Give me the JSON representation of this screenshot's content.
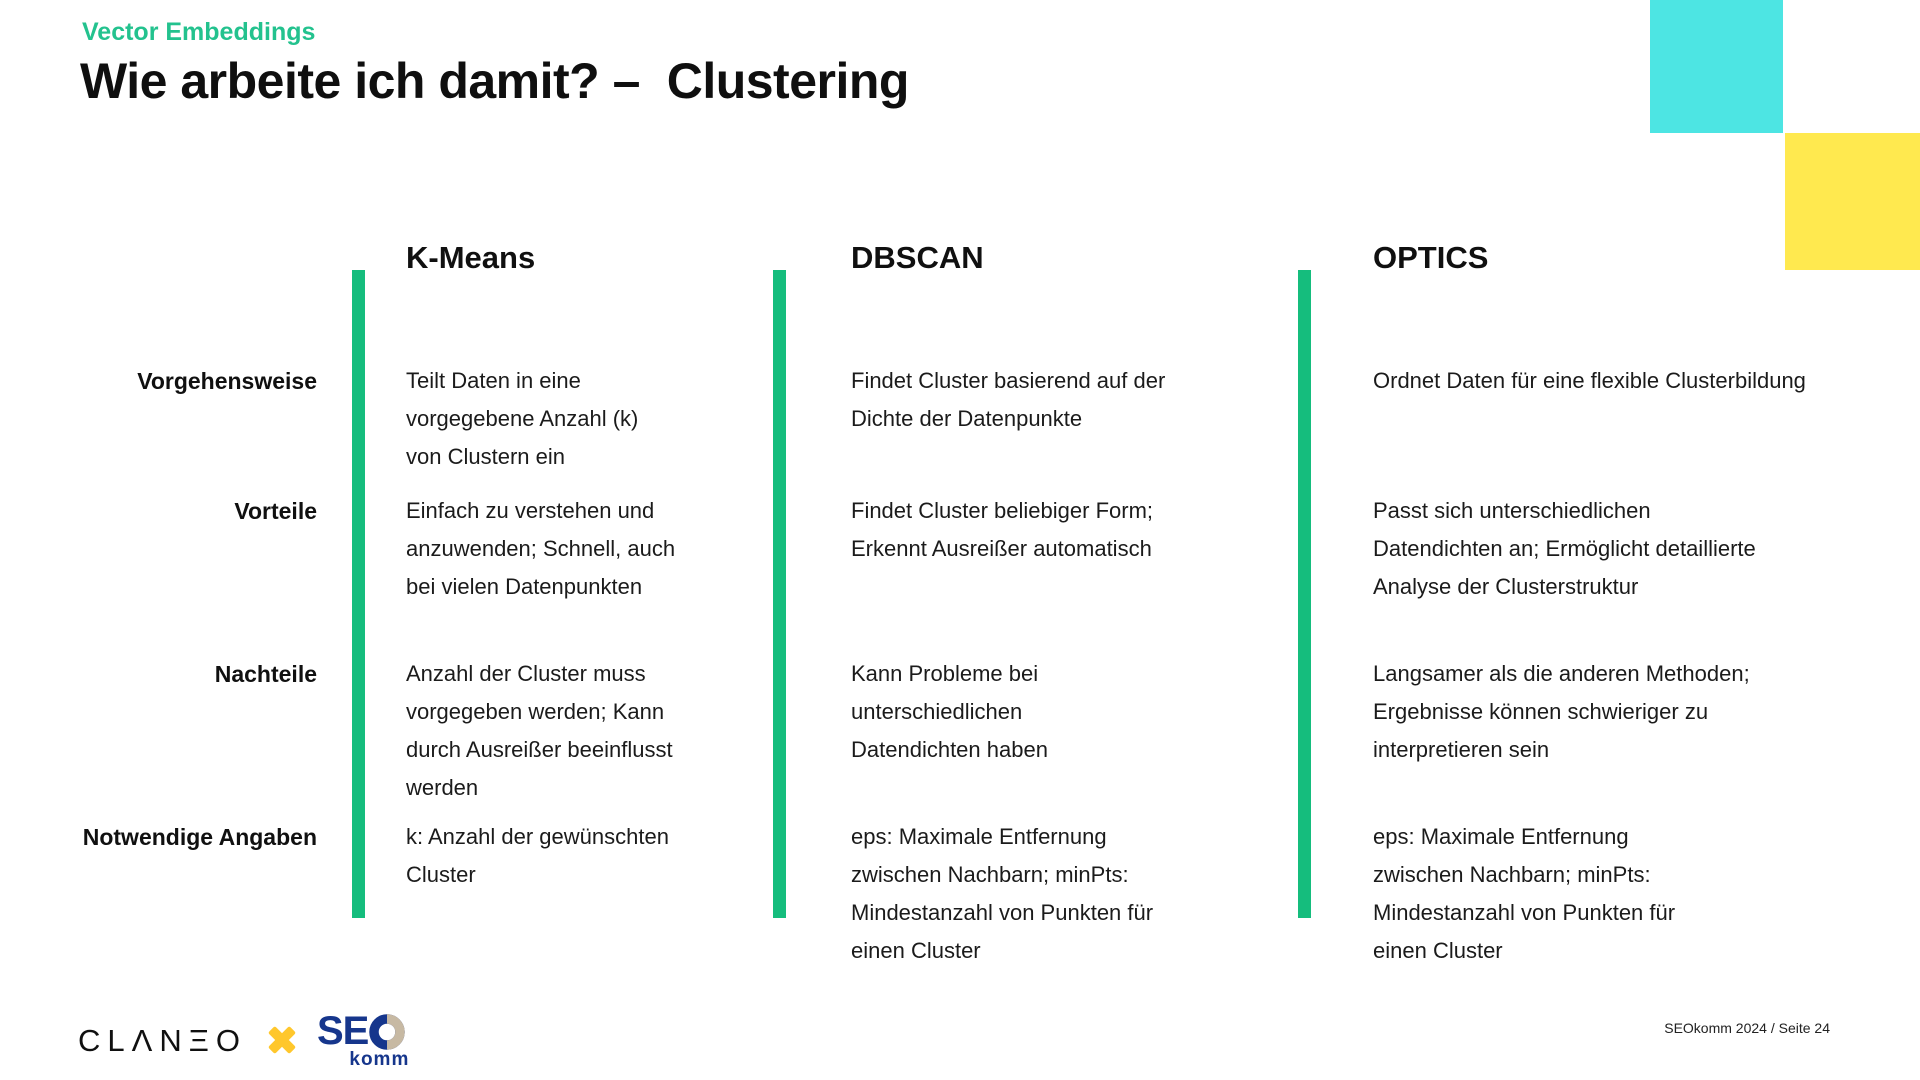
{
  "header": {
    "eyebrow": "Vector Embeddings",
    "title": "Wie arbeite ich damit? –  Clustering"
  },
  "table": {
    "columns": [
      "K-Means",
      "DBSCAN",
      "OPTICS"
    ],
    "rows": [
      {
        "label": "Vorgehensweise",
        "kmeans": [
          "Teilt Daten in eine",
          "vorgegebene Anzahl (k)",
          "von Clustern ein"
        ],
        "dbscan": [
          "Findet Cluster basierend auf der",
          "Dichte der Datenpunkte"
        ],
        "optics": [
          "Ordnet Daten für eine flexible Clusterbildung"
        ]
      },
      {
        "label": "Vorteile",
        "kmeans": [
          "Einfach zu verstehen und",
          "anzuwenden; Schnell, auch",
          "bei vielen Datenpunkten"
        ],
        "dbscan": [
          "Findet Cluster beliebiger Form;",
          "Erkennt Ausreißer automatisch"
        ],
        "optics": [
          "Passt sich unterschiedlichen",
          "Datendichten an; Ermöglicht detaillierte",
          "Analyse der Clusterstruktur"
        ]
      },
      {
        "label": "Nachteile",
        "kmeans": [
          "Anzahl der Cluster muss",
          "vorgegeben werden; Kann",
          "durch Ausreißer beeinflusst",
          "werden"
        ],
        "dbscan": [
          "Kann Probleme bei",
          "unterschiedlichen",
          "Datendichten haben"
        ],
        "optics": [
          "Langsamer als die anderen Methoden;",
          "Ergebnisse können schwieriger zu",
          "interpretieren sein"
        ]
      },
      {
        "label": "Notwendige Angaben",
        "kmeans": [
          "k: Anzahl der gewünschten",
          "Cluster"
        ],
        "dbscan": [
          "eps: Maximale Entfernung",
          "zwischen Nachbarn; minPts:",
          "Mindestanzahl von Punkten für",
          "einen Cluster"
        ],
        "optics": [
          "eps: Maximale Entfernung",
          "zwischen Nachbarn; minPts:",
          "Mindestanzahl von Punkten für",
          "einen Cluster"
        ]
      }
    ]
  },
  "footer": {
    "claneo": "CLΛNΞO",
    "collab_x_icon": "x-cross",
    "seo": "SE",
    "seo_o_icon": "ring-half-beige",
    "seo_sub": "komm",
    "page_info": "SEOkomm 2024 / Seite 24"
  },
  "colors": {
    "accent_green_text": "#23c28e",
    "divider_green": "#15bd7d",
    "deco_cyan": "#4de5e3",
    "deco_yellow": "#ffe94f",
    "logo_yellow": "#ffc72c",
    "logo_navy": "#16368c",
    "logo_beige": "#c7b9a3"
  }
}
